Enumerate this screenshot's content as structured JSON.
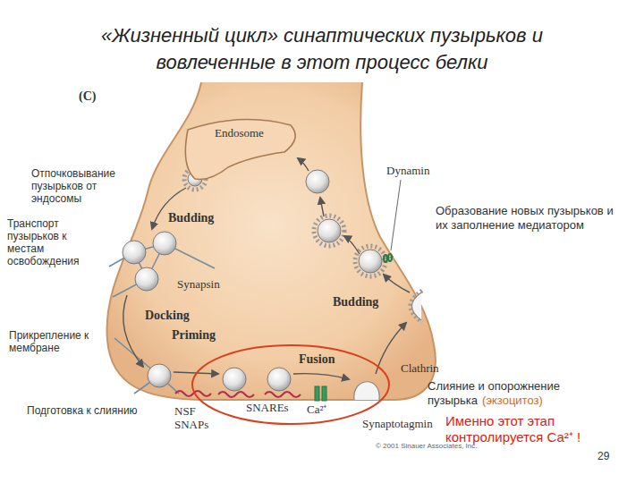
{
  "diagram": {
    "title": "«Жизненный цикл» синаптических пузырьков и вовлеченные в этот процесс белки",
    "nodes": [
      {
        "text": [
          "Endosome"
        ]
      }
    ],
    "labels": [
      "(C)",
      "Отпочковывание пузырьков от эндосомы",
      "Dynamin",
      "Budding",
      "Образование новых пузырьков и их заполнение медиатором",
      "Транспорт пузырьков к местам освобождения",
      "Synapsin",
      "Budding",
      "Docking",
      "Прикрепление к мембране",
      "Priming",
      "Fusion",
      "Clathrin",
      "Слияние и опорожнение пузырька",
      "(экзоцитоз)",
      "Ca²⁺",
      "Synaptotagmin",
      "Подготовка к слиянию",
      "NSF",
      "SNAREs",
      "SNAPs",
      "Именно этот этап контролируется Ca²⁺ !",
      "© 2001 Sinauer Associates, Inc.",
      "29"
    ]
  }
}
